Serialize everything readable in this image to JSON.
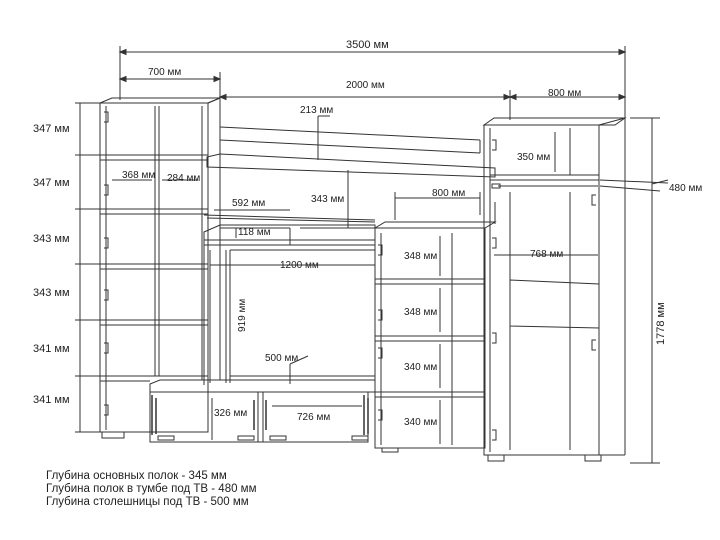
{
  "dimensions": {
    "total_width": "3500 мм",
    "left_width": "700 мм",
    "middle_width": "2000 мм",
    "right_width": "800 мм",
    "heights_left": [
      "347 мм",
      "347 мм",
      "343 мм",
      "343 мм",
      "341 мм",
      "341 мм"
    ],
    "top_shelf_gap": "213 мм",
    "wardrobe_shelf": "350 мм",
    "depth_480": "480 мм",
    "niche_368": "368 мм",
    "niche_284": "284 мм",
    "shelf_592": "592 мм",
    "gap_343": "343 мм",
    "right_module_800": "800 мм",
    "small_118": "118 мм",
    "tv_width": "1200 мм",
    "tv_height": "919 мм",
    "tv_base_500": "500 мм",
    "cabinet_326": "326 мм",
    "cabinet_726": "726 мм",
    "right_shelves": [
      "348 мм",
      "348 мм",
      "340 мм",
      "340 мм"
    ],
    "wardrobe_768": "768 мм",
    "wardrobe_height": "1778 мм"
  },
  "notes": [
    "Глубина основных полок - 345 мм",
    "Глубина полок в тумбе под ТВ - 480 мм",
    "Глубина столешницы под ТВ - 500 мм"
  ]
}
